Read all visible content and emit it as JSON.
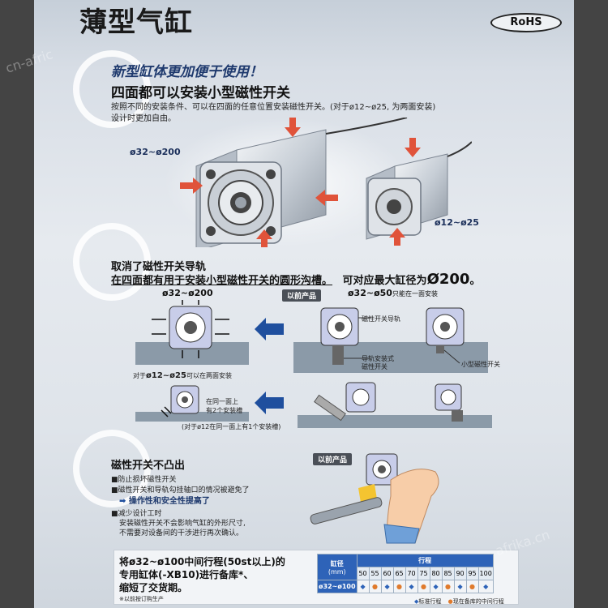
{
  "watermarks": [
    "cn-afric",
    "afrika.cn"
  ],
  "header": {
    "title": "薄型气缸",
    "rohs": "RoHS"
  },
  "section1": {
    "slogan": "新型缸体更加便于使用！",
    "heading": "四面都可以安装小型磁性开关",
    "desc_line1": "按照不同的安装条件、可以在四面的任意位置安装磁性开关。(对于ø12~ø25, 为两面安装)",
    "desc_line2": "设计时更加自由。",
    "label_large": "ø32~ø200",
    "label_small": "ø12~ø25"
  },
  "section2": {
    "heading_line1": "取消了磁性开关导轨",
    "heading_line2": "在四面都有用于安装小型磁性开关的圆形沟槽。",
    "heading_line2b": "可对应最大缸径为",
    "max_bore": "Ø200",
    "heading_line2_end": "。",
    "new_label": "ø32~ø200",
    "prev_tag": "以前产品",
    "prev_label": "ø32~ø50",
    "prev_note": "只能在一面安装",
    "note_guide": "磁性开关导轨",
    "note_guided_switch": "导轨安装式",
    "note_guided_switch2": "磁性开关",
    "note_small_switch": "小型磁性开关",
    "small_label_prefix": "对于",
    "small_label": "ø12~ø25",
    "small_label_suffix": "可以在两面安装",
    "two_slots_1": "在同一面上",
    "two_slots_2": "有2个安装槽",
    "ø12_note": "(对于ø12在同一面上有1个安装槽)"
  },
  "section3": {
    "heading": "磁性开关不凸出",
    "b1": "■防止损坏磁性开关",
    "b2": "■磁性开关和导轨勾挂轴口的情况被避免了",
    "b2_result": "操作性和安全性提高了",
    "b3": "■减少设计工时",
    "b3_line1": "安装磁性开关不会影响气缸的外形尺寸,",
    "b3_line2": "不需要对设备间的干涉进行再次确认。",
    "prev_tag": "以前产品"
  },
  "footer": {
    "line1": "将ø32~ø100中间行程(50st以上)的",
    "line2": "专用缸体(-XB10)进行备库*、",
    "line3": "缩短了交货期。",
    "note": "※以前按订购生产",
    "table": {
      "bore_header": "缸径",
      "bore_unit": "(mm)",
      "stroke_header": "行程",
      "strokes": [
        "50",
        "55",
        "60",
        "65",
        "70",
        "75",
        "80",
        "85",
        "90",
        "95",
        "100"
      ],
      "row_label": "ø32~ø100",
      "row_marks": [
        "◆",
        "●",
        "◆",
        "●",
        "◆",
        "●",
        "◆",
        "●",
        "◆",
        "●",
        "◆"
      ],
      "legend_std": "标准行程",
      "legend_mid": "现在备库的中间行程"
    }
  },
  "colors": {
    "accent_blue": "#2e63b8",
    "arrow_red": "#e0533a",
    "dark_blue_text": "#1f3a6e"
  }
}
